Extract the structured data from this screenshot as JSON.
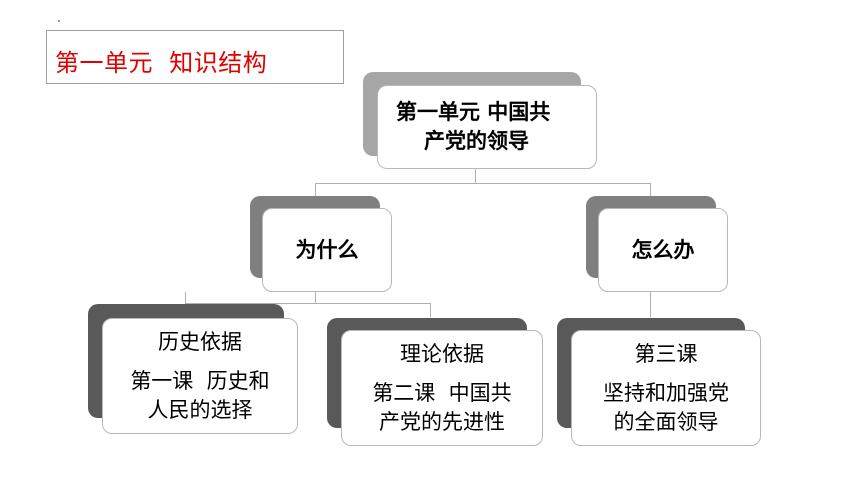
{
  "header": {
    "title": "第一单元  知识结构"
  },
  "root": {
    "line1": "第一单元 中国共",
    "line2": "产党的领导"
  },
  "branches": {
    "why": {
      "label": "为什么"
    },
    "how": {
      "label": "怎么办"
    }
  },
  "leaves": [
    {
      "heading": "历史依据",
      "line1": "第一课  历史和",
      "line2": "人民的选择"
    },
    {
      "heading": "理论依据",
      "line1": "第二课  中国共",
      "line2": "产党的先进性"
    },
    {
      "heading": "第三课",
      "line1": "坚持和加强党",
      "line2": "的全面领导"
    }
  ],
  "colors": {
    "title": "#e00000",
    "root_back": "#a6a6a6",
    "branch_back": "#7f7f7f",
    "leaf_back": "#595959"
  }
}
